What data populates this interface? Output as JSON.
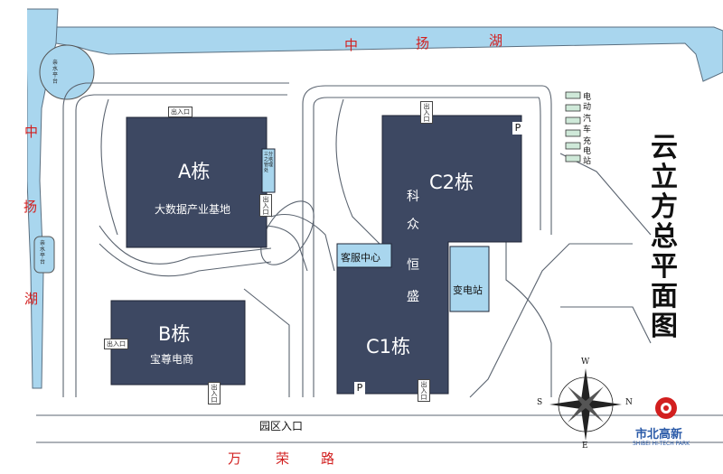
{
  "map_title": [
    "云",
    "立",
    "方",
    "总",
    "平",
    "面",
    "图"
  ],
  "water": {
    "north_chars": [
      "中",
      "扬",
      "湖"
    ],
    "west_chars": [
      "中",
      "扬",
      "湖"
    ],
    "platform_label": "亲水平台"
  },
  "road": {
    "chars": [
      "万",
      "荣",
      "路"
    ]
  },
  "park_entrance": "园区入口",
  "entrance_label": "出入口",
  "parking_label": "P",
  "buildings": {
    "a": {
      "name": "A栋",
      "sub": "大数据产业基地",
      "side_label": "三分之塔管理处"
    },
    "b": {
      "name": "B栋",
      "sub": "宝尊电商"
    },
    "c1": {
      "name": "C1栋"
    },
    "c2": {
      "name": "C2栋",
      "vertical": [
        "科",
        "众",
        "恒",
        "盛"
      ]
    }
  },
  "service_center": "客服中心",
  "substation": "变电站",
  "ev_station_chars": [
    "电",
    "动",
    "汽",
    "车",
    "充",
    "电",
    "站"
  ],
  "compass": {
    "n": "N",
    "s": "S",
    "e": "E",
    "w": "W"
  },
  "logo": {
    "cn": "市北高新",
    "en": "SHIBEI HI-TECH PARK"
  },
  "colors": {
    "building": "#3d4862",
    "water": "#a9d6ee",
    "road_text": "#d21f1f",
    "light_blue": "#a9d6ee"
  }
}
